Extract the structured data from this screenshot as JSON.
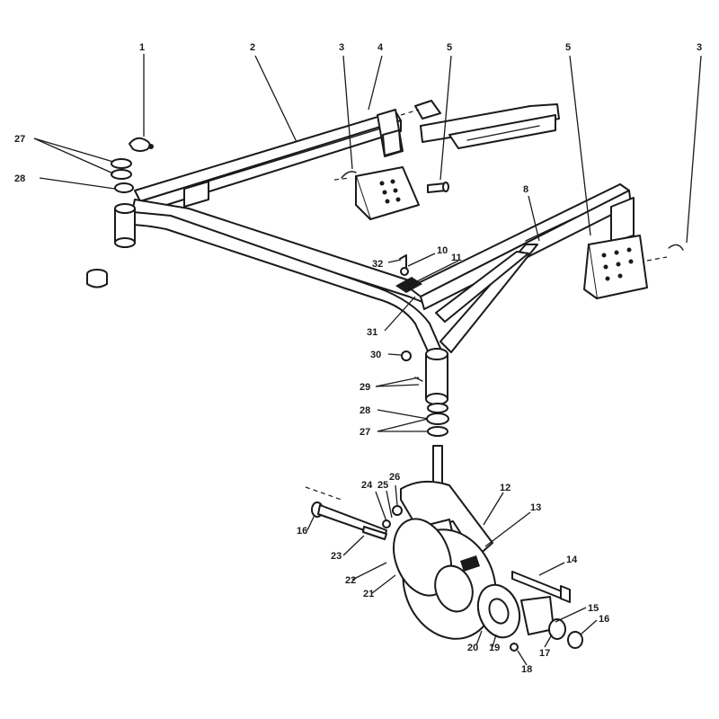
{
  "diagram": {
    "callouts": [
      {
        "id": "c1",
        "label": "1"
      },
      {
        "id": "c2",
        "label": "2"
      },
      {
        "id": "c3a",
        "label": "3"
      },
      {
        "id": "c4",
        "label": "4"
      },
      {
        "id": "c5a",
        "label": "5"
      },
      {
        "id": "c5b",
        "label": "5"
      },
      {
        "id": "c3b",
        "label": "3"
      },
      {
        "id": "c27a",
        "label": "27"
      },
      {
        "id": "c28a",
        "label": "28"
      },
      {
        "id": "c8",
        "label": "8"
      },
      {
        "id": "c10",
        "label": "10"
      },
      {
        "id": "c11",
        "label": "11"
      },
      {
        "id": "c32",
        "label": "32"
      },
      {
        "id": "c31",
        "label": "31"
      },
      {
        "id": "c30",
        "label": "30"
      },
      {
        "id": "c29",
        "label": "29"
      },
      {
        "id": "c28b",
        "label": "28"
      },
      {
        "id": "c27b",
        "label": "27"
      },
      {
        "id": "c26",
        "label": "26"
      },
      {
        "id": "c24",
        "label": "24"
      },
      {
        "id": "c25",
        "label": "25"
      },
      {
        "id": "c12",
        "label": "12"
      },
      {
        "id": "c13",
        "label": "13"
      },
      {
        "id": "c16a",
        "label": "16"
      },
      {
        "id": "c23",
        "label": "23"
      },
      {
        "id": "c22",
        "label": "22"
      },
      {
        "id": "c21",
        "label": "21"
      },
      {
        "id": "c14",
        "label": "14"
      },
      {
        "id": "c15",
        "label": "15"
      },
      {
        "id": "c16b",
        "label": "16"
      },
      {
        "id": "c17",
        "label": "17"
      },
      {
        "id": "c20",
        "label": "20"
      },
      {
        "id": "c19",
        "label": "19"
      },
      {
        "id": "c18",
        "label": "18"
      }
    ]
  }
}
